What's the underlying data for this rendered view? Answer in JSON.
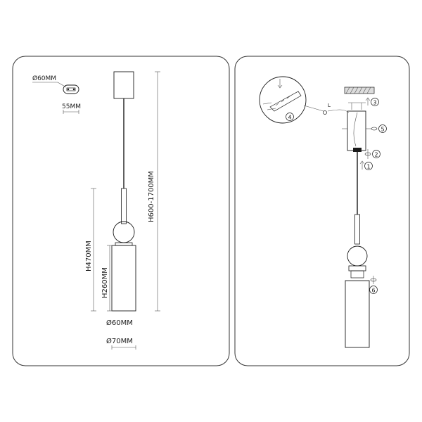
{
  "left_panel": {
    "canopy_diameter": "Ø60MM",
    "canopy_hole_spacing": "55MM",
    "total_height": "H600-1700MM",
    "lamp_height": "H470MM",
    "shade_height": "H260MM",
    "shade_diameter": "Ø60MM",
    "base_diameter": "Ø70MM"
  },
  "right_panel": {
    "steps": [
      "1",
      "2",
      "3",
      "4",
      "5",
      "6"
    ],
    "detail_label": "L"
  },
  "colors": {
    "line": "#1a1a1a",
    "panel_border": "#333333"
  }
}
